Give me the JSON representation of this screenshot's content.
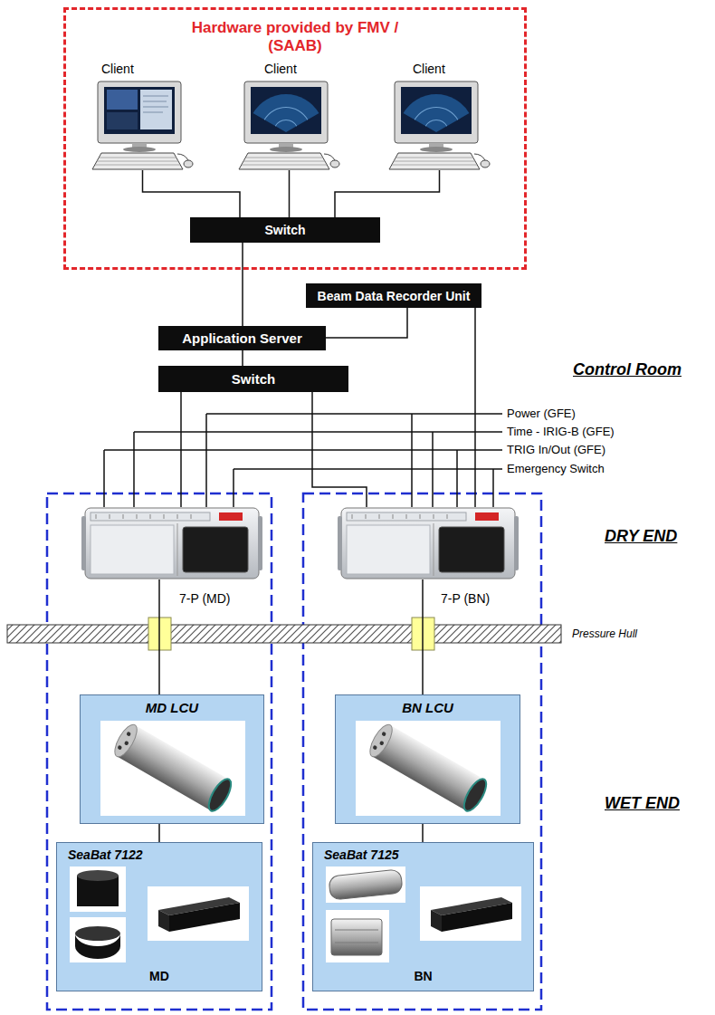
{
  "diagram": {
    "nodes": [
      {
        "text": [
          "Hardware provided by FMV / (SAAB)"
        ]
      },
      {
        "text": [
          "Client"
        ],
        "in": 0
      },
      {
        "text": [
          "Client"
        ],
        "in": 0
      },
      {
        "text": [
          "Client"
        ],
        "in": 0
      },
      {
        "text": [
          "Switch"
        ],
        "in": 0
      },
      {
        "text": [
          "Beam Data Recorder Unit"
        ]
      },
      {
        "text": [
          "Application Server"
        ]
      },
      {
        "text": [
          "Switch"
        ]
      },
      {
        "text": [
          "7-P (MD)"
        ]
      },
      {
        "text": [
          "7-P (BN)"
        ]
      },
      {
        "text": [
          "MD LCU"
        ]
      },
      {
        "text": [
          "SeaBat 7122",
          "MD"
        ]
      },
      {
        "text": [
          "BN LCU"
        ]
      },
      {
        "text": [
          "SeaBat 7125",
          "BN"
        ]
      }
    ],
    "edges": [
      {
        "from": 1,
        "to": 4,
        "arrow": "none"
      },
      {
        "from": 2,
        "to": 4,
        "arrow": "none"
      },
      {
        "from": 3,
        "to": 4,
        "arrow": "none"
      },
      {
        "from": 4,
        "to": 6,
        "arrow": "none"
      },
      {
        "from": 5,
        "to": 6,
        "arrow": "none"
      },
      {
        "from": 6,
        "to": 7,
        "arrow": "none"
      },
      {
        "from": 7,
        "to": 8,
        "arrow": "none"
      },
      {
        "from": 7,
        "to": 9,
        "arrow": "none"
      },
      {
        "from": 5,
        "to": 9,
        "arrow": "none"
      },
      {
        "from": 8,
        "to": 10,
        "arrow": "none"
      },
      {
        "from": 10,
        "to": 11,
        "arrow": "none"
      },
      {
        "from": 9,
        "to": 12,
        "arrow": "none"
      },
      {
        "from": 12,
        "to": 13,
        "arrow": "none"
      }
    ],
    "labels": [
      "Control Room",
      "Power (GFE)",
      "Time - IRIG-B (GFE)",
      "TRIG In/Out (GFE)",
      "Emergency Switch",
      "DRY END",
      "Pressure Hull",
      "WET END"
    ]
  }
}
